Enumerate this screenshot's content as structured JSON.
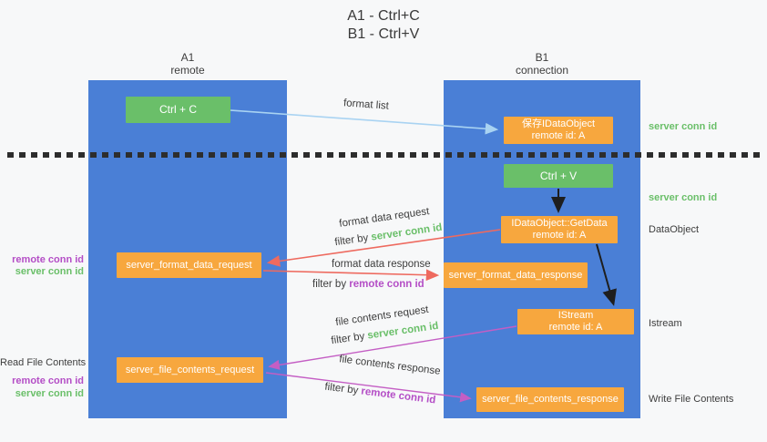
{
  "title": {
    "line1": "A1 - Ctrl+C",
    "line2": "B1 - Ctrl+V"
  },
  "columns": {
    "a1": {
      "name": "A1",
      "subtitle": "remote"
    },
    "b1": {
      "name": "B1",
      "subtitle": "connection"
    }
  },
  "boxes": {
    "ctrl_c": {
      "label": "Ctrl + C"
    },
    "save_idataobject": {
      "line1": "保存IDataObject",
      "line2": "remote id: A"
    },
    "ctrl_v": {
      "label": "Ctrl + V"
    },
    "getdata": {
      "line1": "IDataObject::GetData",
      "line2": "remote id: A"
    },
    "format_request": {
      "label": "server_format_data_request"
    },
    "format_response": {
      "label": "server_format_data_response"
    },
    "istream": {
      "line1": "IStream",
      "line2": "remote id: A"
    },
    "file_request": {
      "label": "server_file_contents_request"
    },
    "file_response": {
      "label": "server_file_contents_response"
    }
  },
  "right_labels": {
    "server_conn_id_top": "server conn id",
    "server_conn_id_mid": "server conn id",
    "dataobject": "DataObject",
    "istream": "Istream",
    "write_file_contents": "Write File Contents"
  },
  "left_labels": {
    "remote_conn_id_top": "remote conn id",
    "server_conn_id_top": "server conn id",
    "read_file_contents": "Read File Contents",
    "remote_conn_id_bottom": "remote conn id",
    "server_conn_id_bottom": "server conn id"
  },
  "arrow_labels": {
    "format_list": "format list",
    "format_data_request": "format data request",
    "filter_by_1": "filter by ",
    "filter_server_1": "server conn id",
    "format_data_response": "format data response",
    "filter_by_2": "filter by ",
    "filter_remote_1": "remote conn id",
    "file_contents_request": "file contents request",
    "filter_by_3": "filter by ",
    "filter_server_2": "server conn id",
    "file_contents_response": "file contents response",
    "filter_by_4": "filter by ",
    "filter_remote_2": "remote conn id"
  },
  "colors": {
    "column_blue": "#4a7fd6",
    "box_green": "#6abf69",
    "box_orange": "#f7a73e",
    "text_green": "#6abf69",
    "text_purple": "#b44ec6",
    "arrow_light_blue": "#a9d3f2",
    "arrow_red": "#ee6a5f",
    "arrow_magenta": "#c45ec4",
    "arrow_black": "#1e1e1e"
  }
}
